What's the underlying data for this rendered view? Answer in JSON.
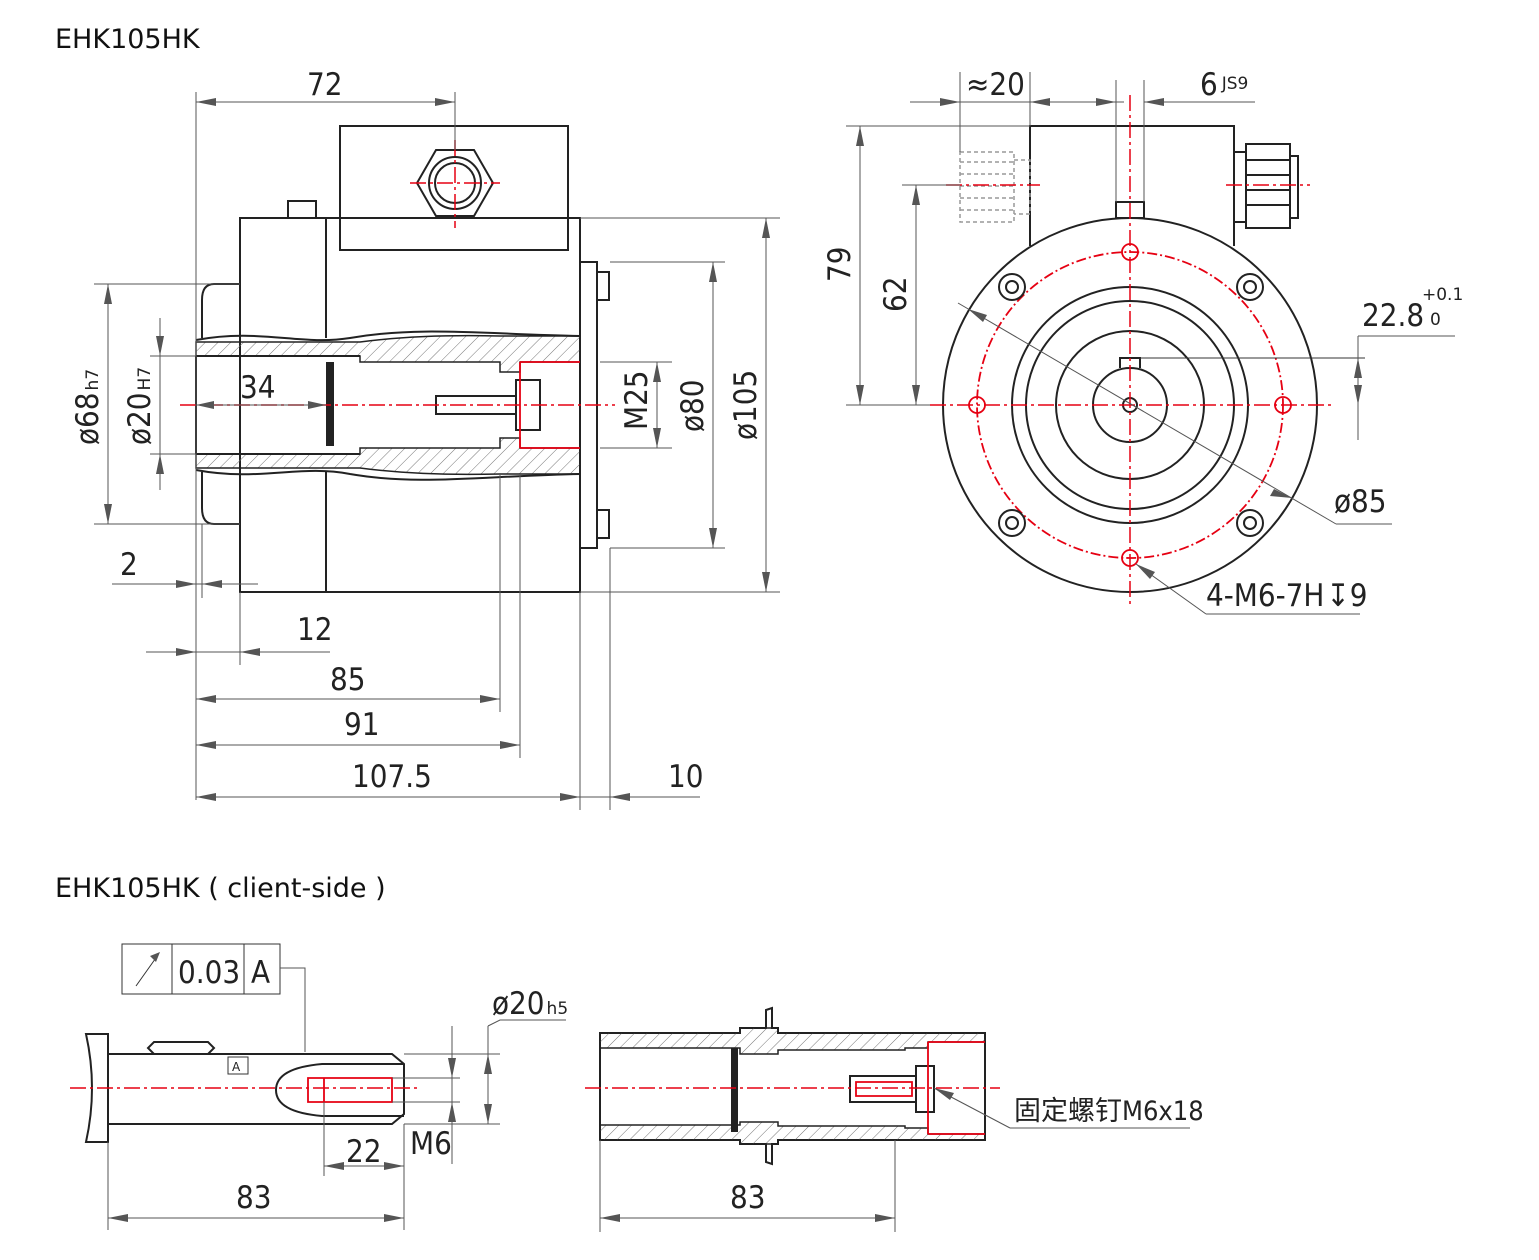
{
  "titles": {
    "main": "EHK105HK",
    "client": "EHK105HK ( client-side )"
  },
  "dims": {
    "d72": "72",
    "d34": "34",
    "d2": "2",
    "d12": "12",
    "d85": "85",
    "d91": "91",
    "d107_5": "107.5",
    "d10": "10",
    "phi68": "ø68",
    "h7_68": "h7",
    "phi20": "ø20",
    "h7_20": "H7",
    "m25": "M25",
    "phi80": "ø80",
    "phi105": "ø105",
    "approx20": "≈20",
    "key6": "6",
    "js9": "JS9",
    "d79": "79",
    "d62": "62",
    "d22_8": "22.8",
    "tol_upper": "+0.1",
    "tol_lower": "0",
    "phi85": "ø85",
    "thread": "4-M6-7H",
    "depth": "9",
    "phi20h5": "ø20",
    "h5": "h5",
    "d22": "22",
    "m6": "M6",
    "d83_left": "83",
    "d83_right": "83",
    "runout": "0.03",
    "datum": "A",
    "datum_box": "A",
    "screw": "固定螺钉M6x18"
  },
  "colors": {
    "centerline": "#e60012",
    "outline": "#222222"
  }
}
